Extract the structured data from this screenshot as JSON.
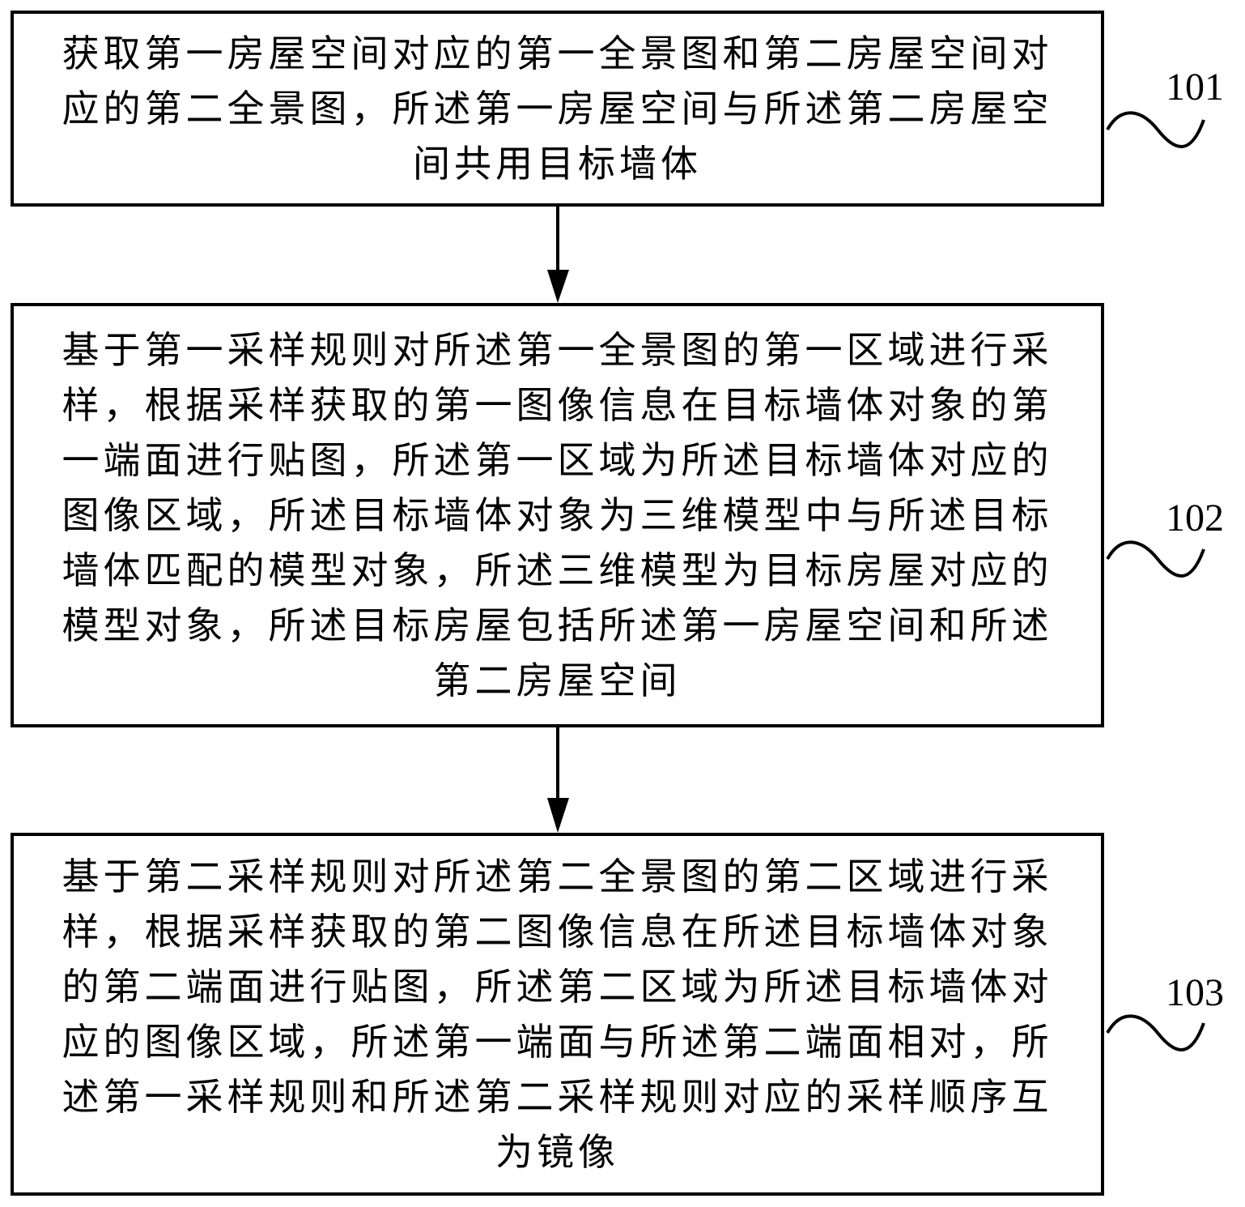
{
  "diagram": {
    "type": "flowchart",
    "direction": "top-to-bottom",
    "steps": [
      {
        "id": "101",
        "label": "101",
        "text": "获取第一房屋空间对应的第一全景图和第二房屋空间对应的第二全景图，所述第一房屋空间与所述第二房屋空间共用目标墙体"
      },
      {
        "id": "102",
        "label": "102",
        "text": "基于第一采样规则对所述第一全景图的第一区域进行采样，根据采样获取的第一图像信息在目标墙体对象的第一端面进行贴图，所述第一区域为所述目标墙体对应的图像区域，所述目标墙体对象为三维模型中与所述目标墙体匹配的模型对象，所述三维模型为目标房屋对应的模型对象，所述目标房屋包括所述第一房屋空间和所述第二房屋空间"
      },
      {
        "id": "103",
        "label": "103",
        "text": "基于第二采样规则对所述第二全景图的第二区域进行采样，根据采样获取的第二图像信息在所述目标墙体对象的第二端面进行贴图，所述第二区域为所述目标墙体对应的图像区域，所述第一端面与所述第二端面相对，所述第一采样规则和所述第二采样规则对应的采样顺序互为镜像"
      }
    ],
    "edges": [
      {
        "from": "101",
        "to": "102"
      },
      {
        "from": "102",
        "to": "103"
      }
    ],
    "colors": {
      "stroke": "#000000",
      "background": "#ffffff"
    }
  }
}
